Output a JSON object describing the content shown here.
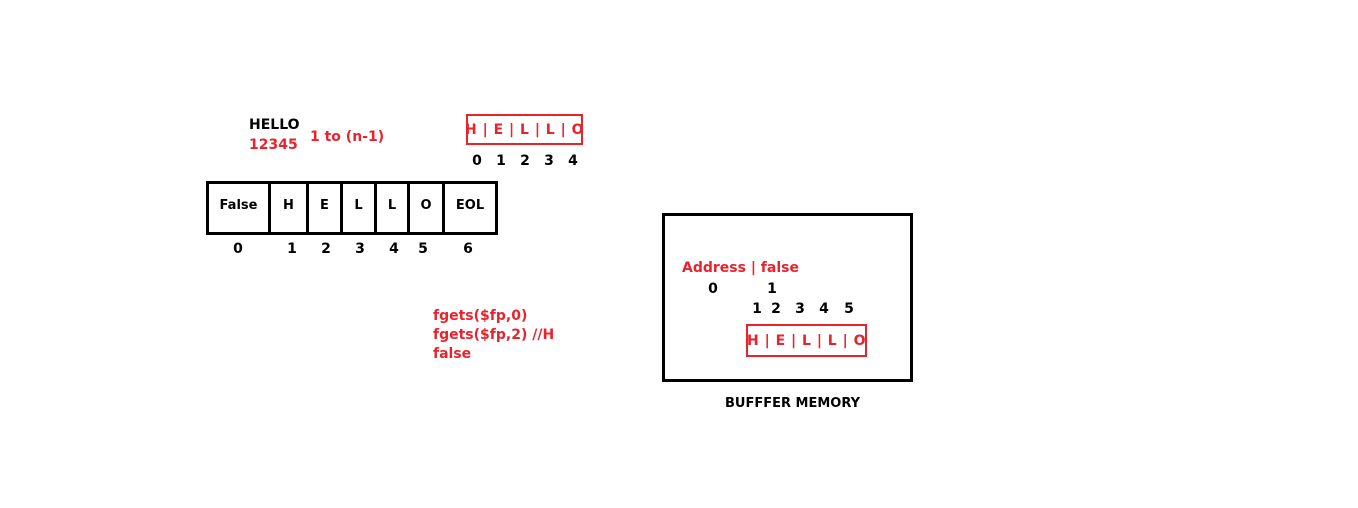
{
  "top_label": {
    "word": "HELLO",
    "digits": "12345",
    "range_note": "1 to (n-1)"
  },
  "top_red_box": {
    "text": "H | E | L | L | O",
    "indices": [
      "0",
      "1",
      "2",
      "3",
      "4"
    ]
  },
  "array": {
    "cells": [
      "False",
      "H",
      "E",
      "L",
      "L",
      "O",
      "EOL"
    ],
    "indices": [
      "0",
      "1",
      "2",
      "3",
      "4",
      "5",
      "6"
    ]
  },
  "code": {
    "lines": [
      "fgets($fp,0)",
      "fgets($fp,2) //H",
      "false"
    ]
  },
  "memory": {
    "address_label": "Address | false",
    "address_indices": [
      "0",
      "1"
    ],
    "buffer_indices": [
      "1",
      "2",
      "3",
      "4",
      "5"
    ],
    "buffer_text": "H | E | L | L | O",
    "caption": "BUFFFER MEMORY"
  },
  "colors": {
    "accent": "#e8232d",
    "ink": "#000000"
  }
}
